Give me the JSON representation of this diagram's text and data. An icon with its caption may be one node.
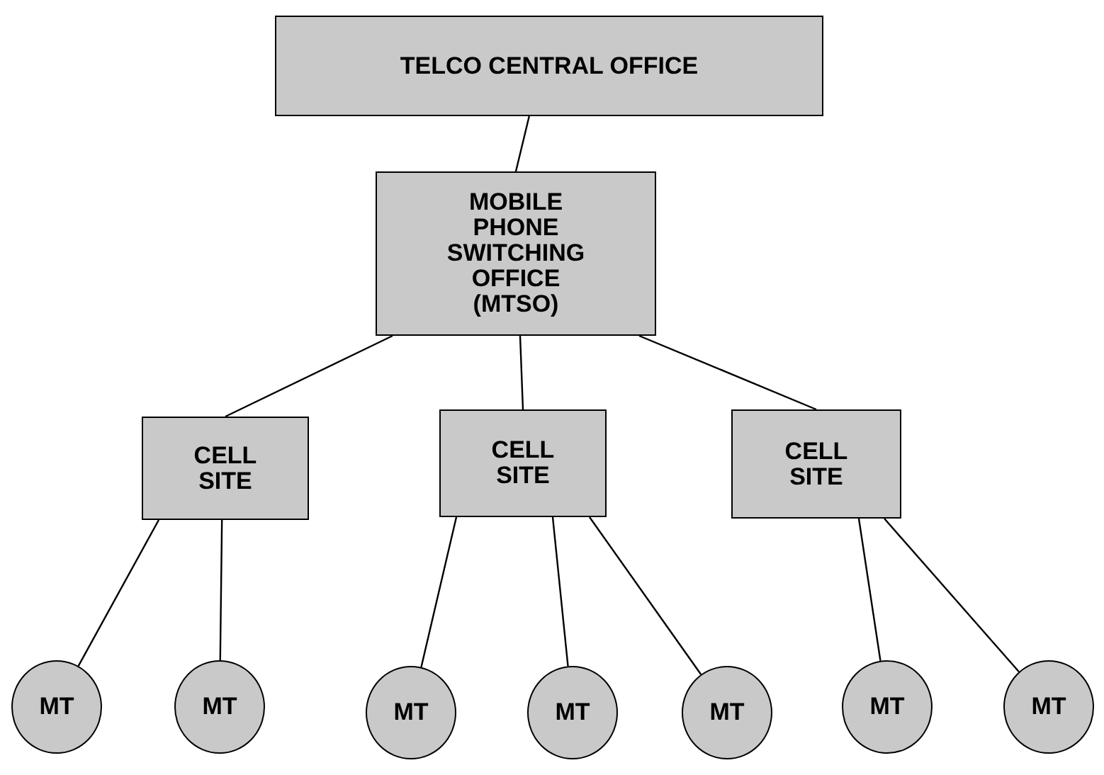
{
  "diagram": {
    "nodes": [
      {
        "text": [
          "TELCO CENTRAL OFFICE"
        ]
      },
      {
        "text": [
          "MOBILE PHONE SWITCHING OFFICE (MTSO)"
        ]
      },
      {
        "text": [
          "CELL SITE"
        ]
      },
      {
        "text": [
          "CELL SITE"
        ]
      },
      {
        "text": [
          "CELL SITE"
        ]
      },
      {
        "text": [
          "MT"
        ]
      },
      {
        "text": [
          "MT"
        ]
      },
      {
        "text": [
          "MT"
        ]
      },
      {
        "text": [
          "MT"
        ]
      },
      {
        "text": [
          "MT"
        ]
      },
      {
        "text": [
          "MT"
        ]
      },
      {
        "text": [
          "MT"
        ]
      }
    ],
    "edges": [
      {
        "from": 0,
        "to": 1,
        "arrow": "none"
      },
      {
        "from": 1,
        "to": 2,
        "arrow": "none"
      },
      {
        "from": 1,
        "to": 3,
        "arrow": "none"
      },
      {
        "from": 1,
        "to": 4,
        "arrow": "none"
      },
      {
        "from": 2,
        "to": 5,
        "arrow": "none"
      },
      {
        "from": 2,
        "to": 6,
        "arrow": "none"
      },
      {
        "from": 3,
        "to": 7,
        "arrow": "none"
      },
      {
        "from": 3,
        "to": 8,
        "arrow": "none"
      },
      {
        "from": 3,
        "to": 9,
        "arrow": "none"
      },
      {
        "from": 4,
        "to": 10,
        "arrow": "none"
      },
      {
        "from": 4,
        "to": 11,
        "arrow": "none"
      }
    ]
  }
}
